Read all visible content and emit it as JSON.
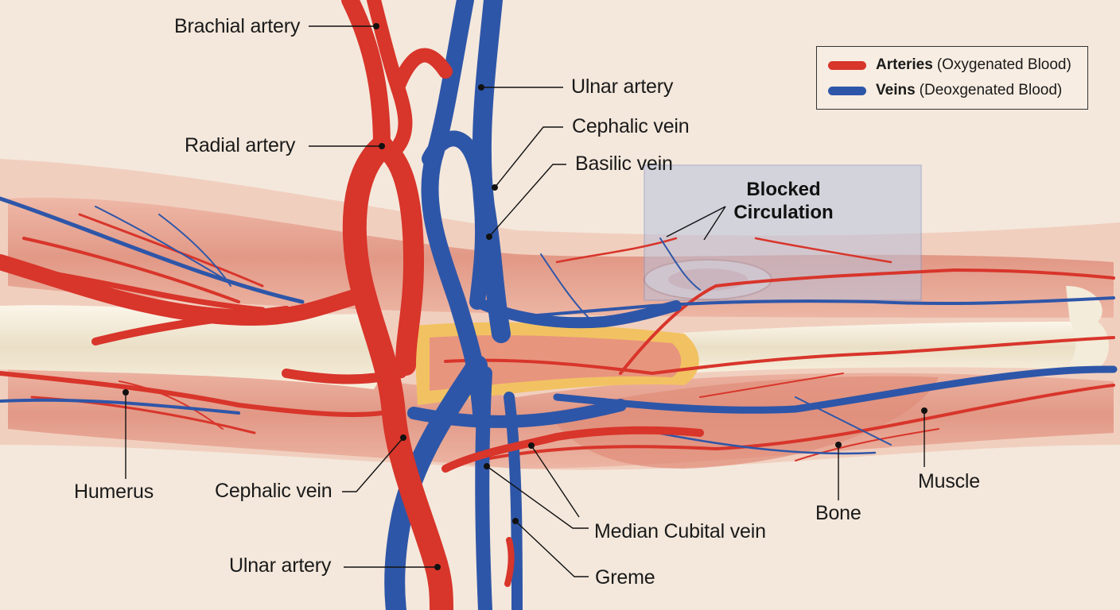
{
  "colors": {
    "artery": "#d8352b",
    "vein": "#2e56a8",
    "bone": "#efe6d2",
    "muscle": "#e6a491",
    "background": "#f4e8dc"
  },
  "labels": {
    "brachial_artery": "Brachial artery",
    "ulnar_artery_top": "Ulnar artery",
    "cephalic_vein_top": "Cephalic vein",
    "basilic_vein": "Basilic vein",
    "radial_artery": "Radial artery",
    "humerus": "Humerus",
    "cephalic_vein_bottom": "Cephalic vein",
    "ulnar_artery_bottom": "Ulnar artery",
    "median_cubital_vein": "Median Cubital vein",
    "greme": "Greme",
    "bone": "Bone",
    "muscle": "Muscle"
  },
  "callout": {
    "line1": "Blocked",
    "line2": "Circulation"
  },
  "legend": {
    "arteries_key": "Arteries",
    "arteries_desc": "(Oxygenated Blood)",
    "arteries_color": "#d8352b",
    "veins_key": "Veins",
    "veins_desc": "(Deoxgenated Blood)",
    "veins_color": "#2e56a8"
  }
}
